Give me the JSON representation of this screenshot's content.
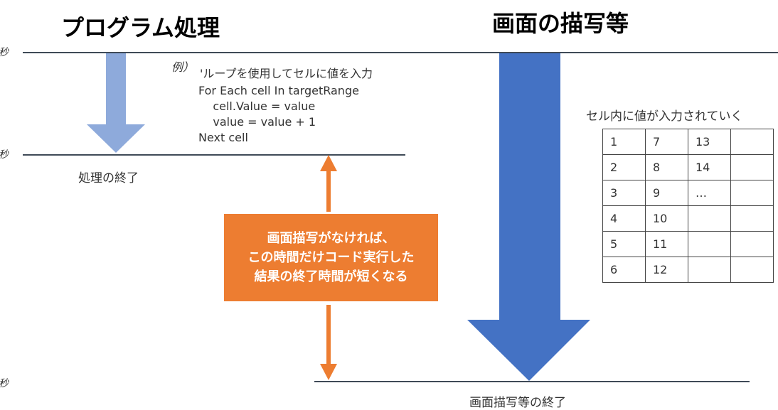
{
  "titles": {
    "program": "プログラム処理",
    "screen": "画面の描写等"
  },
  "time_marks": [
    "秒",
    "秒",
    "秒"
  ],
  "code": {
    "example_label": "例）",
    "comment": "'ループを使用してセルに値を入力",
    "lines": [
      "For Each cell In targetRange",
      "    cell.Value = value",
      "    value = value + 1",
      "Next cell"
    ]
  },
  "labels": {
    "process_end": "処理の終了",
    "cell_input": "セル内に値が入力されていく",
    "render_end": "画面描写等の終了"
  },
  "callout": {
    "lines": [
      "画面描写がなければ、",
      "この時間だけコード実行した",
      "結果の終了時間が短くなる"
    ]
  },
  "table": {
    "rows": [
      [
        "1",
        "7",
        "13",
        ""
      ],
      [
        "2",
        "8",
        "14",
        ""
      ],
      [
        "3",
        "9",
        "…",
        ""
      ],
      [
        "4",
        "10",
        "",
        ""
      ],
      [
        "5",
        "11",
        "",
        ""
      ],
      [
        "6",
        "12",
        "",
        ""
      ]
    ]
  },
  "colors": {
    "light_arrow": "#8eaadb",
    "dark_arrow": "#4472c4",
    "orange": "#ed7d31",
    "line": "#3f4a57"
  }
}
